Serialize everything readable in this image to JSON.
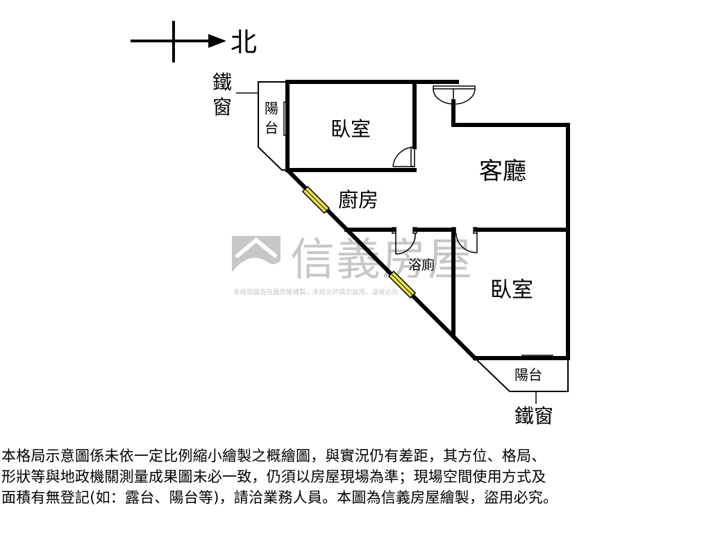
{
  "compass": {
    "label": "北"
  },
  "labels": {
    "iron_window_top": "鐵窗",
    "balcony_top": "陽台",
    "bedroom_top": "臥室",
    "living_room": "客廳",
    "kitchen": "廚房",
    "bathroom": "浴廁",
    "bedroom_bottom": "臥室",
    "balcony_bottom": "陽台",
    "iron_window_bottom": "鐵窗"
  },
  "watermark": {
    "brand": "信義房屋",
    "subtext": "本格局圖為信義房屋繪製，未經允許請勿盜用，違者必究"
  },
  "disclaimer": {
    "lines": [
      "本格局示意圖係未依一定比例縮小繪製之概繪圖，與實況仍有差距，其方位、格局、",
      "形狀等與地政機關測量成果圖未必一致，仍須以房屋現場為準；現場空間使用方式及",
      "面積有無登記(如：露台、陽台等)，請洽業務人員。本圖為信義房屋繪製，盜用必究。"
    ]
  },
  "colors": {
    "wall": "#000000",
    "window": "#ede44a",
    "watermark": "#b8b8b8"
  }
}
